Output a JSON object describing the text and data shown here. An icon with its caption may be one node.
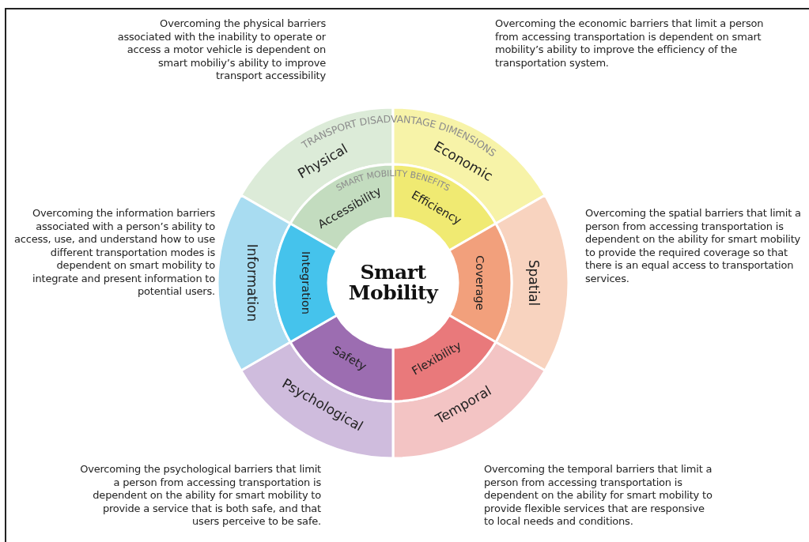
{
  "diagram": {
    "nodes": [
      {
        "text": [
          "Smart Mobility"
        ]
      },
      {
        "text": [
          "Physical"
        ]
      },
      {
        "text": [
          "Economic"
        ]
      },
      {
        "text": [
          "Spatial"
        ]
      },
      {
        "text": [
          "Temporal"
        ]
      },
      {
        "text": [
          "Psychological"
        ]
      },
      {
        "text": [
          "Information"
        ]
      },
      {
        "text": [
          "Accessibility"
        ]
      },
      {
        "text": [
          "Efficiency"
        ]
      },
      {
        "text": [
          "Coverage"
        ]
      },
      {
        "text": [
          "Flexibility"
        ]
      },
      {
        "text": [
          "Safety"
        ]
      },
      {
        "text": [
          "Integration"
        ]
      }
    ],
    "edges": [],
    "labels": [
      "Overcoming the physical barriers associated with the inability to operate or access a motor vehicle is dependent on smart mobiliy’s ability to improve transport accessibility",
      "Overcoming the economic barriers that limit a person from accessing transportation is dependent on smart mobility’s ability to improve the efficiency of the transportation system.",
      "TRANSPORT DISADVANTAGE DIMENSIONS",
      "SMART MOBILITY BENEFITS",
      "Overcoming the information barriers associated with a person’s ability to access, use, and understand how to use different transportation modes is dependent on smart mobility to integrate and present information to potential users.",
      "Overcoming the spatial barriers that limit a person from accessing transportation is dependent on the  ability for smart mobility to provide the required coverage so that there is an equal access to transportation services.",
      "Overcoming the psychological barriers that limit a person from accessing transportation is dependent on the ability for smart mobility to provide a service that is both safe, and that users perceive to be safe.",
      "Overcoming the temporal barriers that limit a person from accessing transportation is dependent on the ability for smart mobility to provide flexible services that are responsive to local needs and conditions."
    ]
  }
}
